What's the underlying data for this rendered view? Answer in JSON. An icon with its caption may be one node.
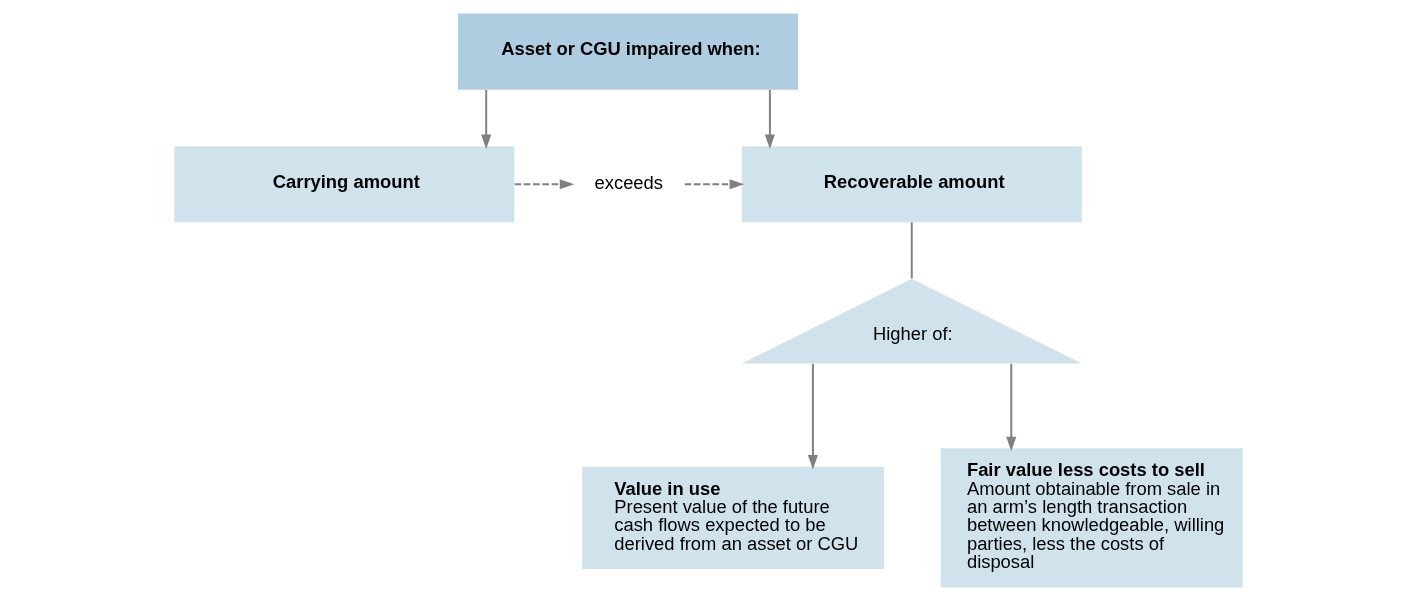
{
  "diagram": {
    "nodes": [
      {
        "text": [
          "Asset or CGU impaired when:"
        ]
      },
      {
        "text": [
          "Carrying amount"
        ]
      },
      {
        "text": [
          "exceeds"
        ]
      },
      {
        "text": [
          "Recoverable amount"
        ]
      },
      {
        "text": [
          "Higher of:"
        ]
      },
      {
        "text": [
          "Value in use",
          "Present value of the future cash flows expected to be derived from an asset or CGU"
        ]
      },
      {
        "text": [
          "Fair value less costs to sell",
          "Amount obtainable from sale in an arm’s length transaction between knowledgeable, willing parties, less the costs of disposal"
        ]
      }
    ],
    "edges": [
      {
        "from": 0,
        "to": 1,
        "arrow": "to"
      },
      {
        "from": 0,
        "to": 3,
        "arrow": "to"
      },
      {
        "from": 1,
        "to": 2,
        "arrow": "to",
        "style": "dashed"
      },
      {
        "from": 2,
        "to": 3,
        "arrow": "to",
        "style": "dashed"
      },
      {
        "from": 3,
        "to": 4,
        "arrow": "none"
      },
      {
        "from": 4,
        "to": 5,
        "arrow": "to"
      },
      {
        "from": 4,
        "to": 6,
        "arrow": "to"
      }
    ]
  }
}
